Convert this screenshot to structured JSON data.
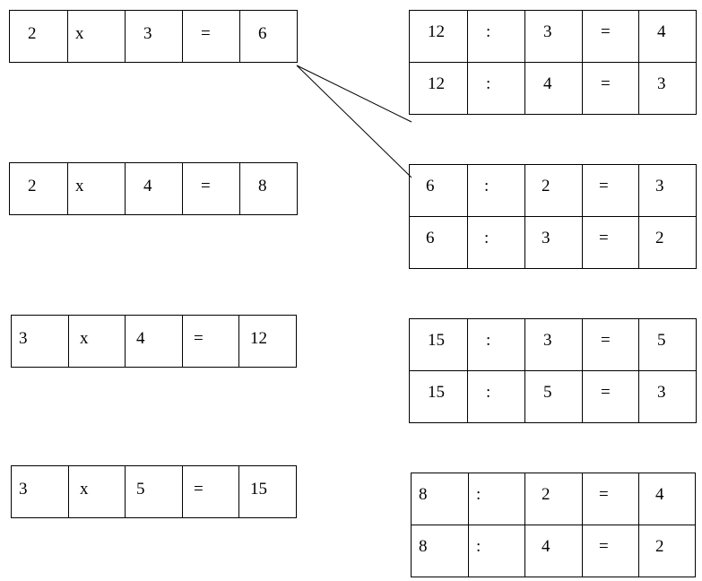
{
  "multiplications": [
    [
      "2",
      "x",
      "3",
      "=",
      "6"
    ],
    [
      "2",
      "x",
      "4",
      "=",
      "8"
    ],
    [
      "3",
      "x",
      "4",
      "=",
      "12"
    ],
    [
      "3",
      "x",
      "5",
      "=",
      "15"
    ]
  ],
  "divisions": [
    [
      [
        "12",
        ":",
        "3",
        "=",
        "4"
      ],
      [
        "12",
        ":",
        "4",
        "=",
        "3"
      ]
    ],
    [
      [
        "6",
        ":",
        "2",
        "=",
        "3"
      ],
      [
        "6",
        ":",
        "3",
        "=",
        "2"
      ]
    ],
    [
      [
        "15",
        ":",
        "3",
        "=",
        "5"
      ],
      [
        "15",
        ":",
        "5",
        "=",
        "3"
      ]
    ],
    [
      [
        "8",
        ":",
        "2",
        "=",
        "4"
      ],
      [
        "8",
        ":",
        "4",
        "=",
        "2"
      ]
    ]
  ]
}
